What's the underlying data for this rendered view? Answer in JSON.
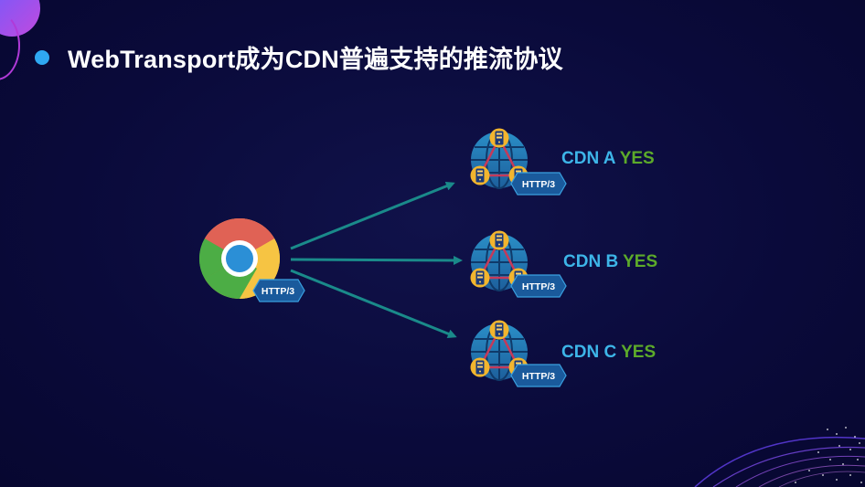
{
  "title": "WebTransport成为CDN普遍支持的推流协议",
  "client": {
    "icon": "chrome-browser-icon",
    "badge": "HTTP/3"
  },
  "cdns": [
    {
      "name": "CDN A",
      "status": "YES",
      "badge": "HTTP/3"
    },
    {
      "name": "CDN B",
      "status": "YES",
      "badge": "HTTP/3"
    },
    {
      "name": "CDN C",
      "status": "YES",
      "badge": "HTTP/3"
    }
  ],
  "colors": {
    "accent": "#2fa8f2",
    "arrow": "#1a8a8a",
    "cdn_label": "#3db5e8",
    "yes": "#5caa2a",
    "badge_bg": "#1a5a9c"
  }
}
